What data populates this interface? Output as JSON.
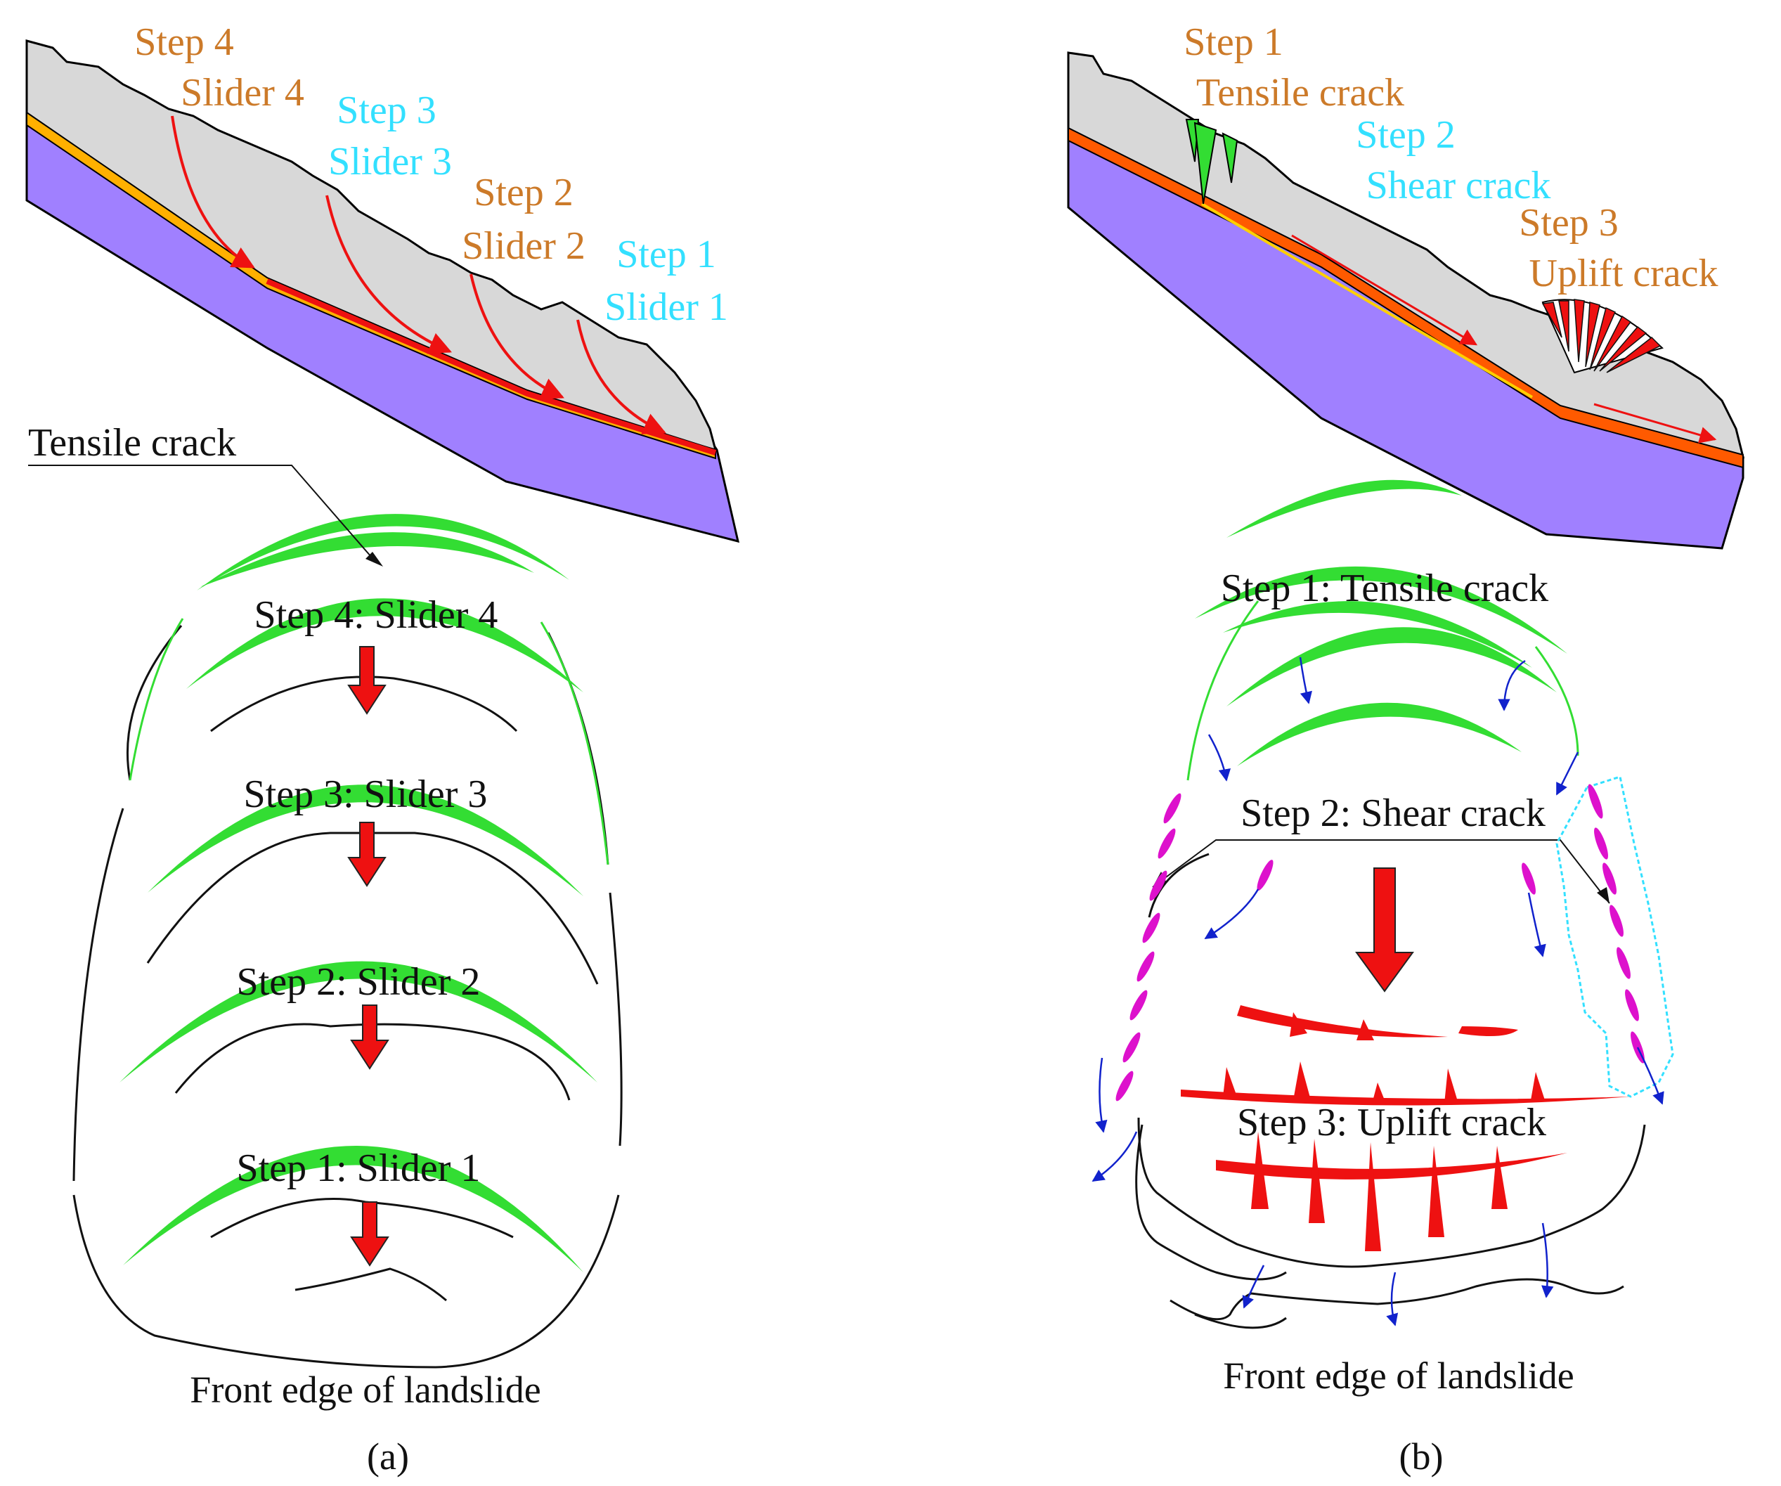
{
  "colors": {
    "orange_text": "#cc7a29",
    "cyan_text": "#33e0ff",
    "rock": "#a080ff",
    "soil": "#d8d8d8",
    "crack_green": "#33dd33",
    "arrow_red": "#ee1111",
    "water_blue": "#1122cc",
    "shear_magenta": "#dd11cc"
  },
  "panel_a": {
    "section_labels": {
      "step4": "Step 4",
      "slider4": "Slider 4",
      "step3": "Step 3",
      "slider3": "Slider 3",
      "step2": "Step 2",
      "slider2": "Slider 2",
      "step1": "Step 1",
      "slider1": "Slider 1"
    },
    "tensile_crack_callout": "Tensile crack",
    "plan_labels": [
      "Step 4: Slider 4",
      "Step 3: Slider 3",
      "Step 2: Slider 2",
      "Step 1: Slider 1"
    ],
    "front_edge": "Front edge of landslide",
    "caption": "(a)"
  },
  "panel_b": {
    "section_labels": {
      "step1": "Step 1",
      "tensile": "Tensile crack",
      "step2": "Step 2",
      "shear": "Shear crack",
      "step3": "Step 3",
      "uplift": "Uplift crack"
    },
    "plan_labels": {
      "tensile": "Step 1: Tensile crack",
      "shear": "Step 2: Shear crack",
      "uplift": "Step 3: Uplift crack"
    },
    "front_edge": "Front edge of landslide",
    "caption": "(b)"
  }
}
